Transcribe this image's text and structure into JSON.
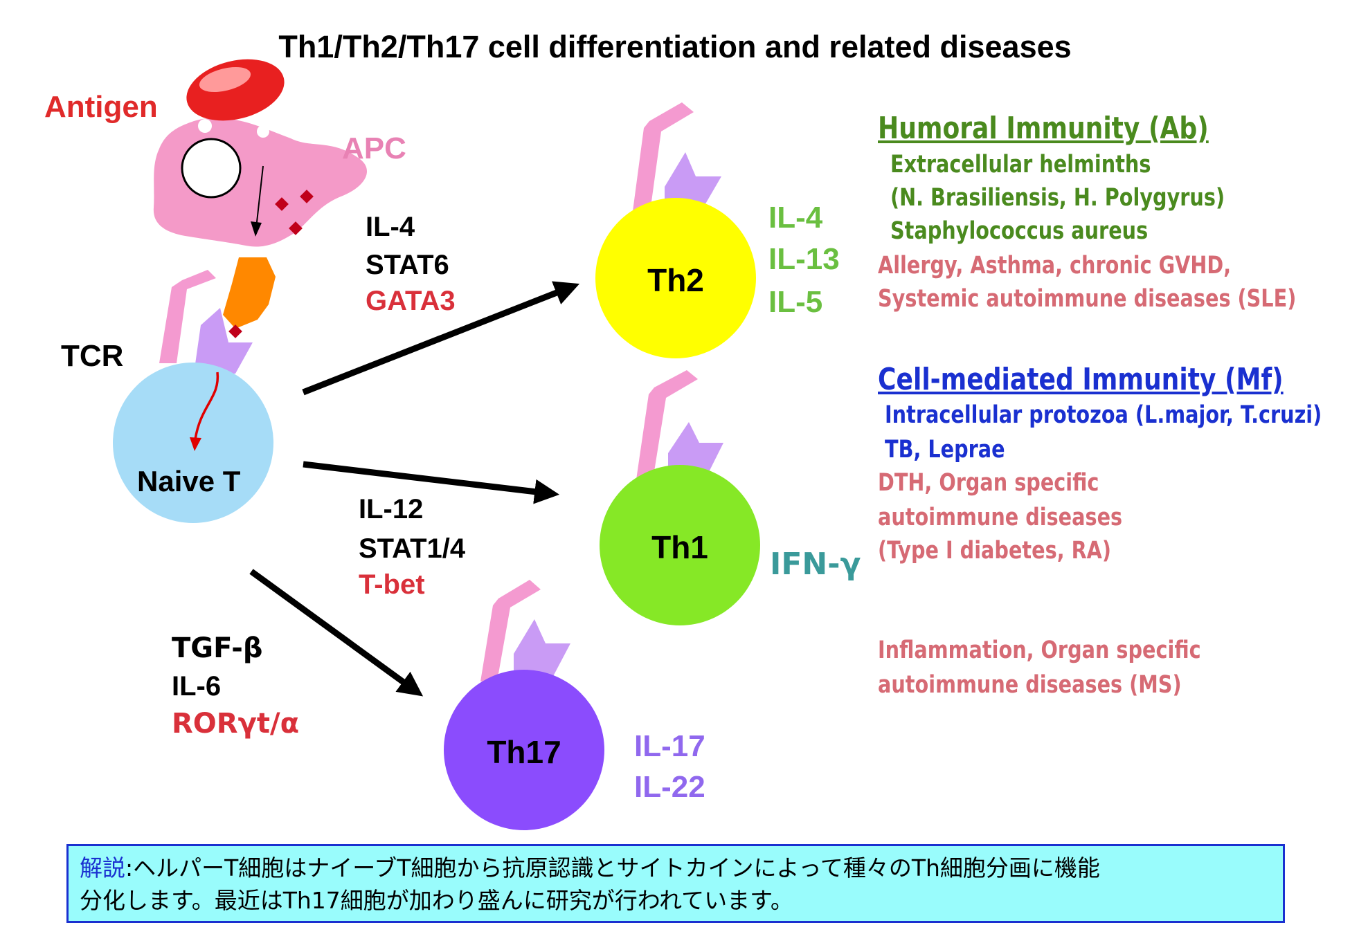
{
  "title": "Th1/Th2/Th17 cell differentiation and related diseases",
  "labels": {
    "antigen": "Antigen",
    "apc": "APC",
    "tcr": "TCR",
    "naive_t": "Naive T"
  },
  "cells": {
    "th2": {
      "name": "Th2",
      "color": "#ffff00",
      "cytokines": [
        "IL-4",
        "IL-13",
        "IL-5"
      ],
      "cytokine_color": "#6abf40"
    },
    "th1": {
      "name": "Th1",
      "color": "#86e826",
      "cytokines": [
        "IFN-γ"
      ],
      "cytokine_color": "#3a9a9a"
    },
    "th17": {
      "name": "Th17",
      "color": "#8b4cfd",
      "cytokines": [
        "IL-17",
        "IL-22"
      ],
      "cytokine_color": "#9068ee"
    }
  },
  "pathways": {
    "th2": {
      "lines": [
        "IL-4",
        "STAT6"
      ],
      "tf": "GATA3"
    },
    "th1": {
      "lines": [
        "IL-12",
        "STAT1/4"
      ],
      "tf": "T-bet"
    },
    "th17": {
      "lines": [
        "TGF-β",
        "IL-6"
      ],
      "tf": "RORγt/α"
    }
  },
  "diseases": {
    "humoral": {
      "heading": "Humoral Immunity (Ab)",
      "pathogens": [
        "Extracellular helminths",
        "(N. Brasiliensis, H. Polygyrus)",
        "Staphylococcus aureus"
      ],
      "conditions": [
        "Allergy, Asthma, chronic GVHD,",
        "Systemic autoimmune diseases (SLE)"
      ]
    },
    "cell_mediated": {
      "heading": "Cell-mediated Immunity (Mf)",
      "pathogens": [
        "Intracellular protozoa (L.major, T.cruzi)",
        "TB, Leprae"
      ],
      "conditions": [
        "DTH, Organ specific",
        "autoimmune diseases",
        "(Type I diabetes, RA)"
      ]
    },
    "th17": {
      "conditions": [
        "Inflammation, Organ specific",
        "autoimmune diseases (MS)"
      ]
    }
  },
  "note": {
    "label": "解説",
    "line1": ":ヘルパーT細胞はナイーブT細胞から抗原認識とサイトカインによって種々のTh細胞分画に機能",
    "line2": "分化します。最近はTh17細胞が加わり盛んに研究が行われています。"
  },
  "colors": {
    "antigen": "#e02a2a",
    "apc": "#f49ac8",
    "apc_label": "#e882b4",
    "tcr_pink": "#f49ad0",
    "tcr_purple": "#c99bf5",
    "mhc_orange": "#ff8800",
    "naive_t": "#a6dcf7",
    "tf_red": "#d9303a",
    "humoral_green": "#4a8a1e",
    "cell_mediated_blue": "#1a30d0",
    "disease_pink": "#d66a74",
    "note_bg": "#99fcfc",
    "note_border": "#1a30d0"
  }
}
